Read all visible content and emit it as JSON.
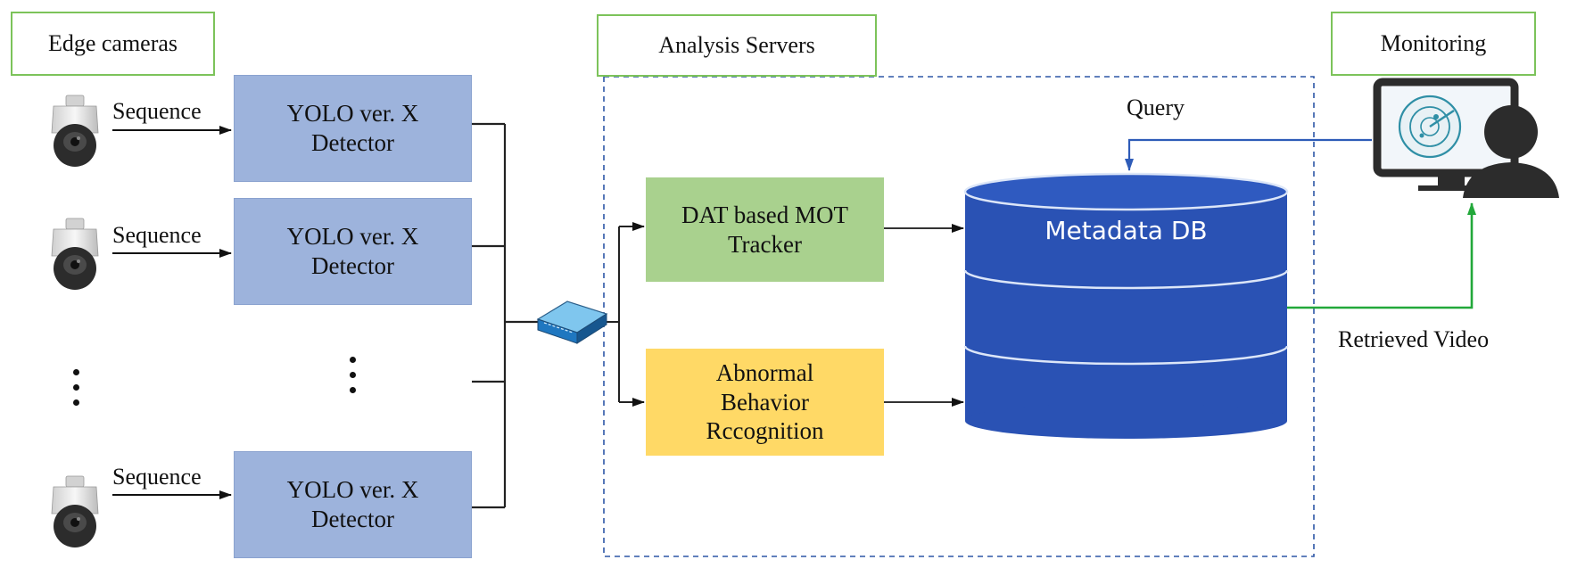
{
  "sections": {
    "edge": "Edge cameras",
    "analysis": "Analysis Servers",
    "monitoring": "Monitoring"
  },
  "cameras": [
    {
      "sequence_label": "Sequence",
      "detector": [
        "YOLO ver. X",
        "Detector"
      ]
    },
    {
      "sequence_label": "Sequence",
      "detector": [
        "YOLO ver. X",
        "Detector"
      ]
    },
    {
      "sequence_label": "Sequence",
      "detector": [
        "YOLO ver. X",
        "Detector"
      ]
    }
  ],
  "tracker": [
    "DAT based MOT",
    "Tracker"
  ],
  "abnormal": [
    "Abnormal",
    "Behavior",
    "Rccognition"
  ],
  "database": "Metadata DB",
  "query_label": "Query",
  "retrieved_label": "Retrieved Video",
  "colors": {
    "detector": "#9db3dc",
    "tracker": "#a9d18e",
    "abnormal": "#ffd966",
    "db": "#2a52b4",
    "query_arrow": "#2e5cb8",
    "retrieved_arrow": "#22a83a",
    "title_border": "#7cc35a"
  },
  "icons": [
    "dome-camera-icon",
    "network-switch-icon",
    "monitor-user-icon"
  ]
}
